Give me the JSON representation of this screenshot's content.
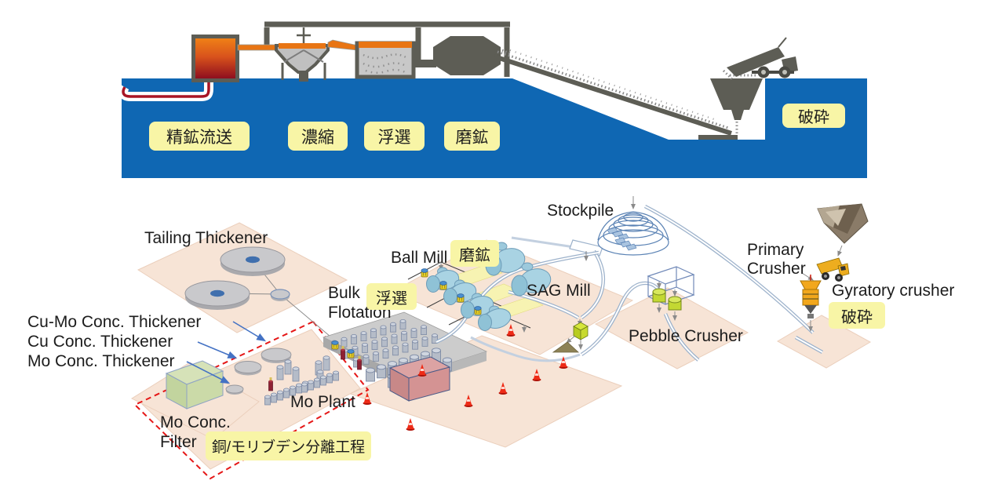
{
  "title": "Copper concentrator process diagram",
  "colors": {
    "label_bg": "#f8f5a6",
    "ground_blue": "#0f67b3",
    "boundary_red": "#e51717",
    "arrow_blue": "#4472c4",
    "platform_peach": "#f7e4d6",
    "equipment_gray": "#5d5d55",
    "mill_blue": "#a9d3e3",
    "pipe_red": "#a81525",
    "accent_orange": "#e87514"
  },
  "top": {
    "labels": {
      "concentrate_transport": "精鉱流送",
      "thickening": "濃縮",
      "flotation": "浮選",
      "grinding": "磨鉱",
      "crushing": "破砕"
    }
  },
  "plant": {
    "labels": {
      "tailing_thickener": "Tailing Thickener",
      "ball_mill": "Ball Mill",
      "grinding_jp": "磨鉱",
      "bulk_flotation": "Bulk\nFlotation",
      "flotation_jp": "浮選",
      "sag_mill": "SAG Mill",
      "stockpile": "Stockpile",
      "pebble_crusher": "Pebble Crusher",
      "primary_crusher": "Primary\nCrusher",
      "gyratory_crusher": "Gyratory crusher",
      "crushing_jp": "破砕",
      "cu_mo_conc_thickener": "Cu-Mo Conc. Thickener",
      "cu_conc_thickener": "Cu Conc. Thickener",
      "mo_conc_thickener": "Mo Conc. Thickener",
      "mo_conc_filter": "Mo Conc.\nFilter",
      "mo_plant": "Mo Plant",
      "cu_mo_separation": "銅/モリブデン分離工程"
    }
  }
}
